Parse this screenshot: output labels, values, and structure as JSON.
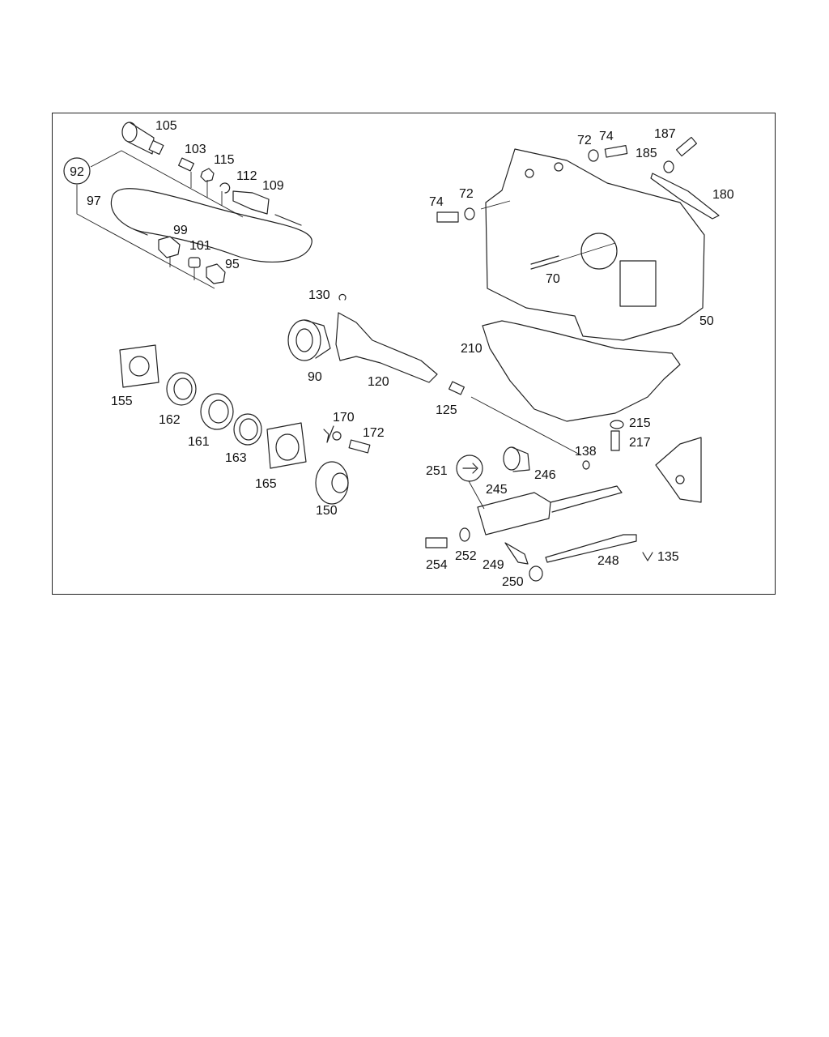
{
  "diagram": {
    "callout_circles": [
      "92",
      "251"
    ],
    "labels": {
      "p105": "105",
      "p103": "103",
      "p115": "115",
      "p112": "112",
      "p109": "109",
      "p92": "92",
      "p97": "97",
      "p99": "99",
      "p101": "101",
      "p95": "95",
      "p130": "130",
      "p90": "90",
      "p120": "120",
      "p125": "125",
      "p155": "155",
      "p162": "162",
      "p161": "161",
      "p163": "163",
      "p170": "170",
      "p172": "172",
      "p165": "165",
      "p150": "150",
      "p72a": "72",
      "p74a": "74",
      "p187": "187",
      "p185": "185",
      "p180": "180",
      "p74b": "74",
      "p72b": "72",
      "p70": "70",
      "p50": "50",
      "p210": "210",
      "p215": "215",
      "p217": "217",
      "p138": "138",
      "p251": "251",
      "p246": "246",
      "p245": "245",
      "p254": "254",
      "p252": "252",
      "p249": "249",
      "p250": "250",
      "p248": "248",
      "p135": "135"
    }
  }
}
